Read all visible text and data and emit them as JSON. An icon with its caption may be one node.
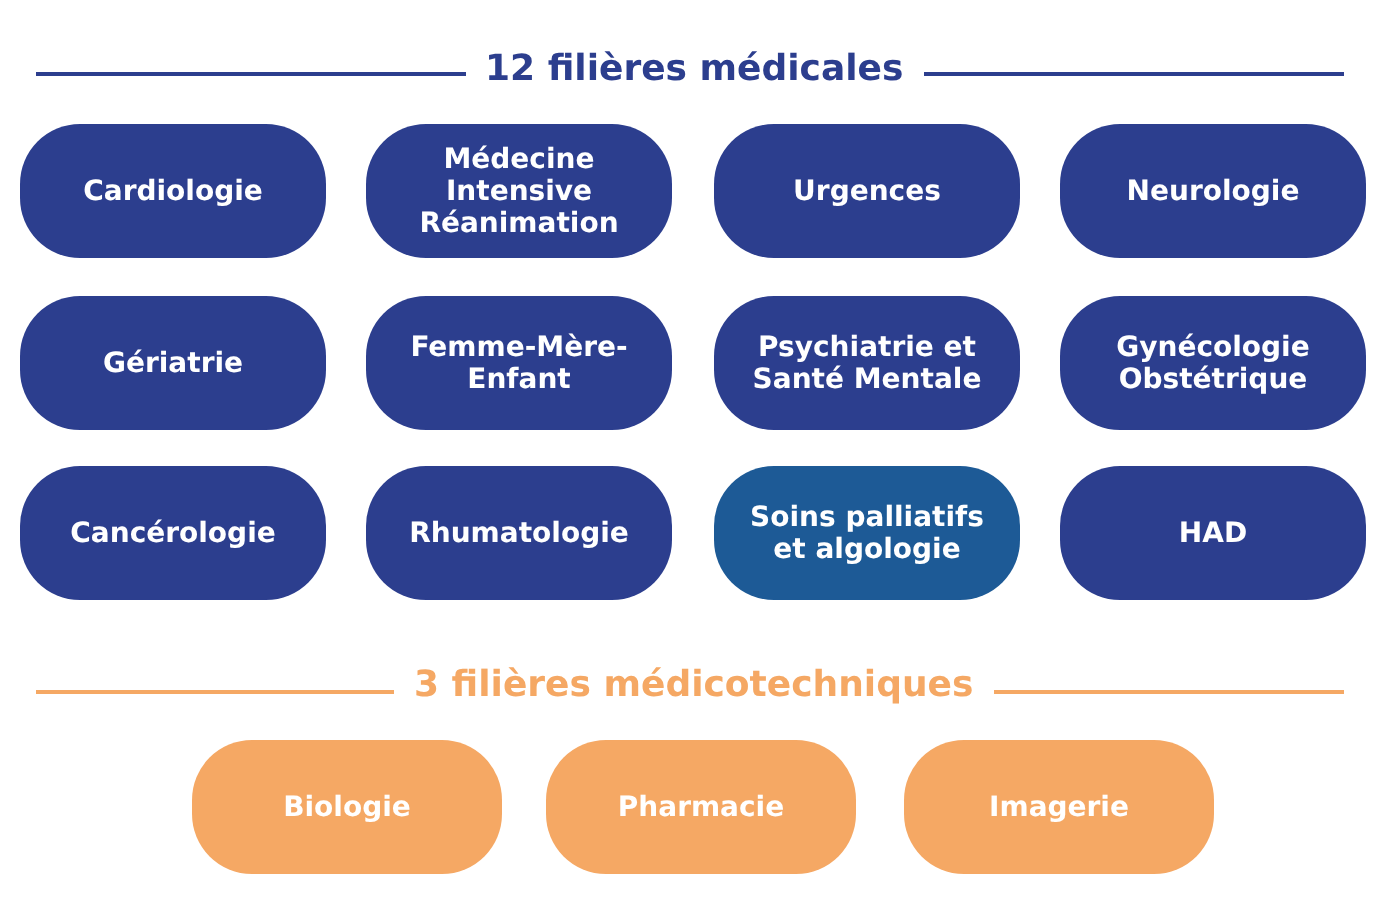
{
  "diagram": {
    "nodes": [
      {
        "text": [
          "Cardiologie"
        ]
      },
      {
        "text": [
          "Médecine Intensive Réanimation"
        ]
      },
      {
        "text": [
          "Urgences"
        ]
      },
      {
        "text": [
          "Neurologie"
        ]
      },
      {
        "text": [
          "Gériatrie"
        ]
      },
      {
        "text": [
          "Femme-Mère-Enfant"
        ]
      },
      {
        "text": [
          "Psychiatrie et Santé Mentale"
        ]
      },
      {
        "text": [
          "Gynécologie Obstétrique"
        ]
      },
      {
        "text": [
          "Cancérologie"
        ]
      },
      {
        "text": [
          "Rhumatologie"
        ]
      },
      {
        "text": [
          "Soins palliatifs et algologie"
        ]
      },
      {
        "text": [
          "HAD"
        ]
      },
      {
        "text": [
          "Biologie"
        ]
      },
      {
        "text": [
          "Pharmacie"
        ]
      },
      {
        "text": [
          "Imagerie"
        ]
      }
    ],
    "labels": [
      "12 filières médicales",
      "3 filières médicotechniques"
    ]
  }
}
